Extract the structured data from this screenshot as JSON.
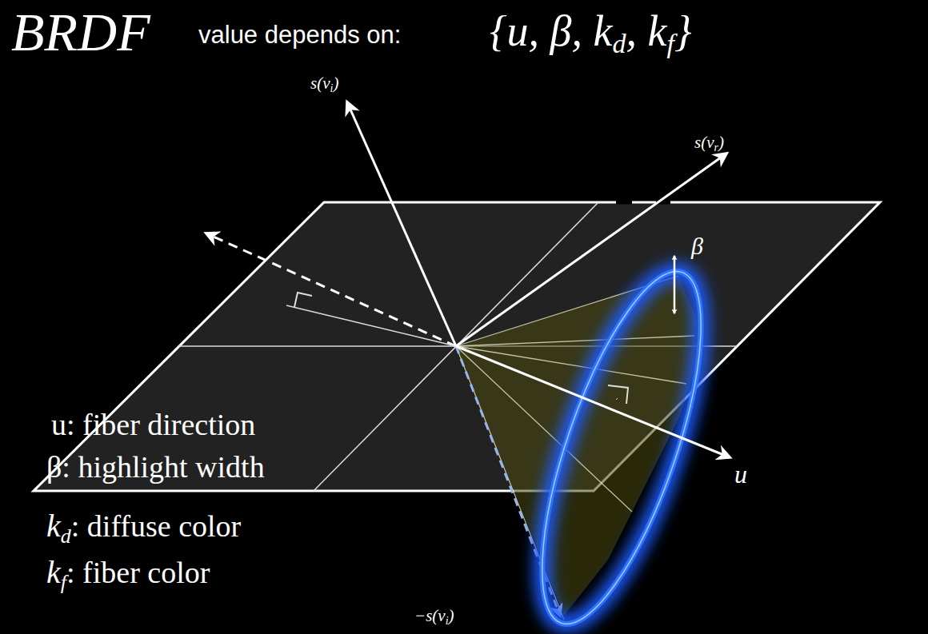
{
  "diagram": {
    "labels": [
      "BRDF",
      "value depends on:",
      "{u, β, k",
      "d",
      ", k",
      "f",
      "}",
      "s(v",
      "i",
      ")",
      "s(v",
      "r",
      ")",
      "β",
      "u",
      "−s(v",
      "i",
      ")",
      "u: fiber direction",
      "β: highlight width",
      "k",
      "d",
      ": diffuse color",
      "k",
      "f",
      ": fiber color"
    ]
  }
}
